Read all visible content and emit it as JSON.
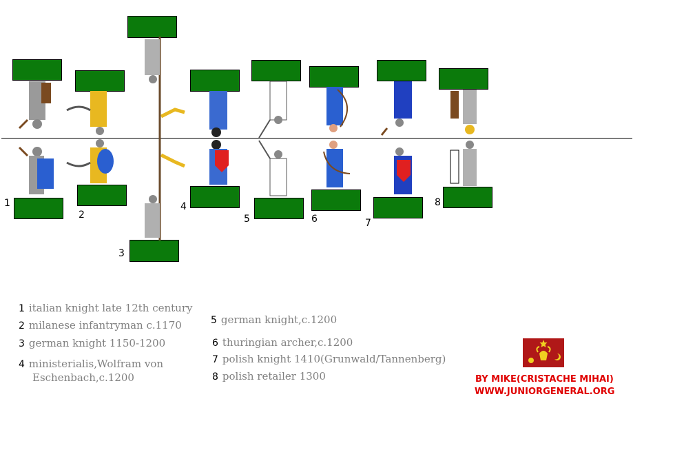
{
  "figures": [
    {
      "number": "1",
      "tunic": "#5a6fd0",
      "shield": "#2a5fd0"
    },
    {
      "number": "2",
      "tunic": "#e8b820",
      "shield": "#2a5fd0"
    },
    {
      "number": "3",
      "tunic": "#b0b0b0",
      "shield": ""
    },
    {
      "number": "4",
      "tunic": "#3a6ad0",
      "shield": "#e02020"
    },
    {
      "number": "5",
      "tunic": "#ffffff",
      "shield": ""
    },
    {
      "number": "6",
      "tunic": "#2a60d0",
      "shield": ""
    },
    {
      "number": "7",
      "tunic": "#2040c0",
      "shield": "#e02020"
    },
    {
      "number": "8",
      "tunic": "#b0b0b0",
      "shield": "#ffffff"
    }
  ],
  "legend": [
    {
      "n": "1",
      "text": "italian knight late 12th  century"
    },
    {
      "n": "2",
      "text": "milanese infantryman c.1170"
    },
    {
      "n": "3",
      "text": "german knight 1150-1200"
    },
    {
      "n": "4",
      "text": "ministerialis,Wolfram von",
      "text2": "Eschenbach,c.1200"
    },
    {
      "n": "5",
      "text": "german knight,c.1200"
    },
    {
      "n": "6",
      "text": "thuringian archer,c.1200"
    },
    {
      "n": "7",
      "text": "polish knight 1410(Grunwald/Tannenberg)"
    },
    {
      "n": "8",
      "text": "polish retailer 1300"
    }
  ],
  "credit": {
    "line1": "BY MIKE(CRISTACHE MIHAI)",
    "line2": "WWW.JUNIORGENERAL.ORG",
    "color": "#e00000"
  },
  "colors": {
    "base_green": "#0b7a0b",
    "mail": "#9a9a9a",
    "flag_red": "#b01818",
    "flag_gold": "#f0d020"
  }
}
